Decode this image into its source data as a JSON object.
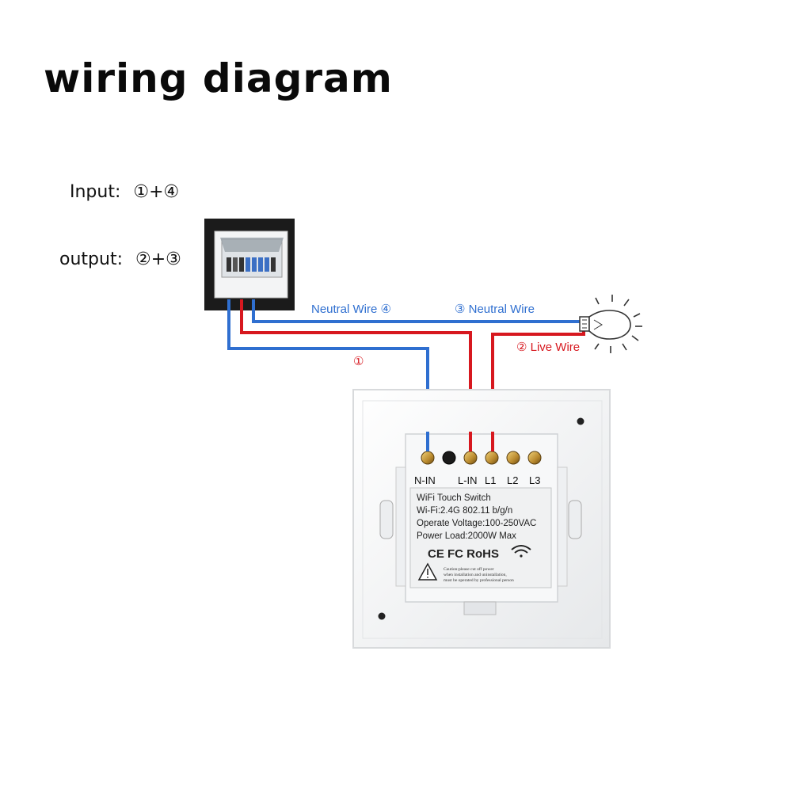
{
  "title": "wiring diagram",
  "legend": {
    "input_label": "Input:",
    "input_value": "①+④",
    "output_label": "output:",
    "output_value": "②+③"
  },
  "wires": {
    "neutral_4": "Neutral Wire ④",
    "neutral_3": "③ Neutral Wire",
    "live_2": "② Live Wire",
    "num_1": "①"
  },
  "colors": {
    "neutral": "#2f6fd0",
    "live": "#d7181f",
    "panel_bg": "#1a1a1a"
  },
  "terminals": [
    "N-IN",
    "L-IN",
    "L1",
    "L2",
    "L3"
  ],
  "sticker": {
    "lines": [
      "WiFi Touch Switch",
      "Wi-Fi:2.4G 802.11 b/g/n",
      "Operate Voltage:100-250VAC",
      "Power Load:2000W Max"
    ],
    "certs": "CE FC RoHS",
    "warning": [
      "Caution:please cut off power",
      "when installation and uninstallation,",
      "must be operated by professional person"
    ]
  }
}
